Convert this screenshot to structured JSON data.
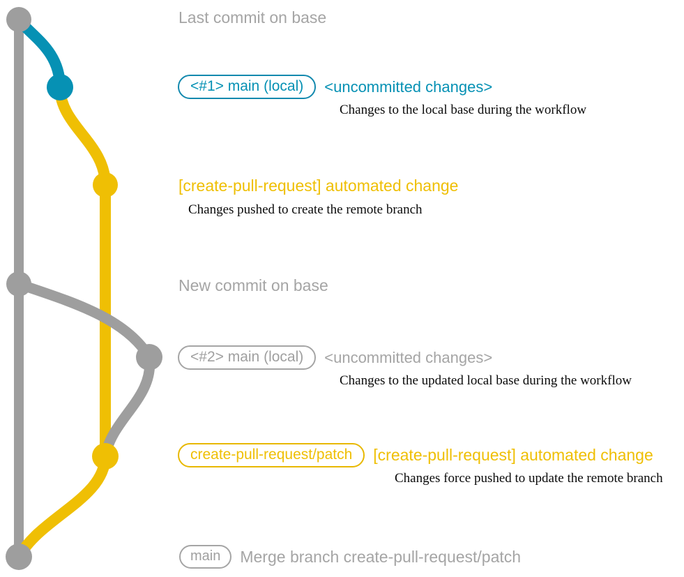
{
  "colors": {
    "base_gray": "#9e9e9e",
    "blue": "#0691b4",
    "yellow": "#efbf04",
    "text_gray": "#a5a5a5",
    "text_black": "#0b0b0b",
    "background": "#ffffff"
  },
  "sections": {
    "last_commit_on_base": "Last commit on base",
    "new_commit_on_base": "New commit on base"
  },
  "commits": [
    {
      "id": "commit-base-last",
      "branch_label": "",
      "message": "Last commit on base",
      "description": "",
      "color": "#a5a5a5",
      "node_color": "#9e9e9e"
    },
    {
      "id": "commit-local-1",
      "branch_label": "<#1> main (local)",
      "message": "<uncommitted changes>",
      "description": "Changes to the local base during the workflow",
      "color": "#0691b4",
      "node_color": "#0691b4"
    },
    {
      "id": "commit-automated-1",
      "branch_label": "",
      "message": "[create-pull-request] automated change",
      "description": "Changes pushed to create the remote branch",
      "color": "#efbf04",
      "node_color": "#efbf04"
    },
    {
      "id": "commit-base-new",
      "branch_label": "",
      "message": "New commit on base",
      "description": "",
      "color": "#a5a5a5",
      "node_color": "#9e9e9e"
    },
    {
      "id": "commit-local-2",
      "branch_label": "<#2> main (local)",
      "message": "<uncommitted changes>",
      "description": "Changes to the updated local base during the workflow",
      "color": "#a5a5a5",
      "node_color": "#9e9e9e"
    },
    {
      "id": "commit-automated-2",
      "branch_label": "create-pull-request/patch",
      "message": "[create-pull-request] automated change",
      "description": "Changes force pushed to update the remote branch",
      "color": "#efbf04",
      "node_color": "#efbf04"
    },
    {
      "id": "commit-merge",
      "branch_label": "main",
      "message": "Merge branch create-pull-request/patch",
      "description": "",
      "color": "#a5a5a5",
      "node_color": "#9e9e9e"
    }
  ]
}
